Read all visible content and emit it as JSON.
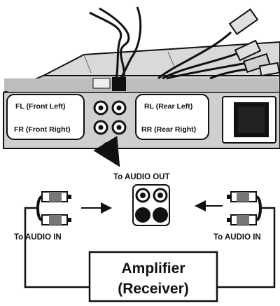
{
  "back_panel": {
    "fl_label": "FL (Front Left)",
    "fr_label": "FR (Front Right)",
    "rl_label": "RL (Rear Left)",
    "rr_label": "RR (Rear Right)"
  },
  "audio_out_label": "To AUDIO OUT",
  "audio_in_left_label": "To AUDIO IN",
  "audio_in_right_label": "To AUDIO IN",
  "amplifier": {
    "line1": "Amplifier",
    "line2": "(Receiver)"
  }
}
